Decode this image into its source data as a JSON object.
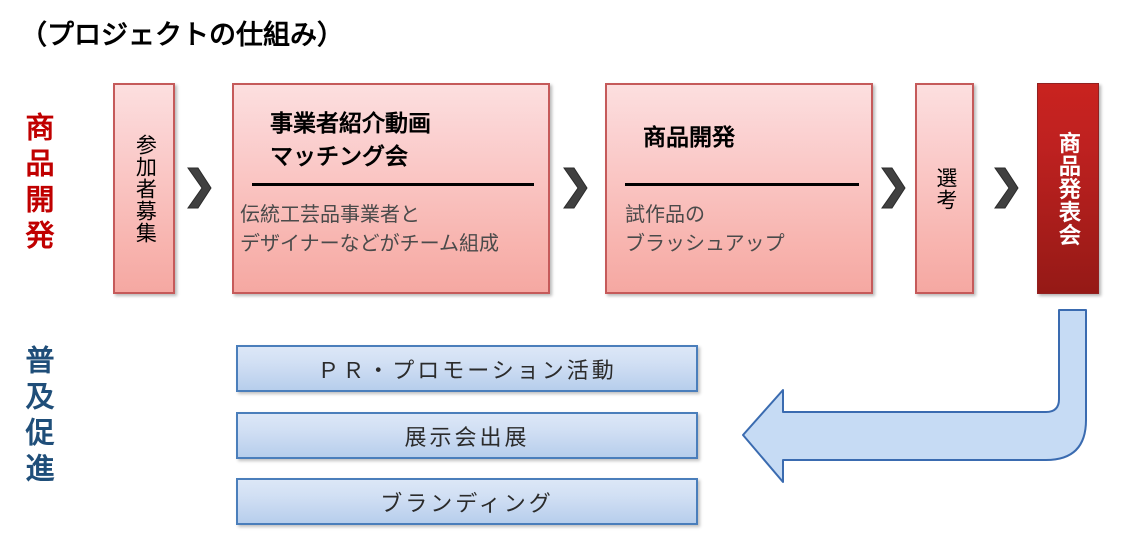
{
  "title": "（プロジェクトの仕組み）",
  "colors": {
    "title_text": "#000000",
    "row_label_product": "#C00000",
    "row_label_promotion": "#1F4E79",
    "stage_box_border": "#C55A5A",
    "stage_box_fill_top": "#FCDFDF",
    "stage_box_fill_bottom": "#F5A8A2",
    "showcase_fill_top": "#C9231F",
    "showcase_fill_bottom": "#951916",
    "showcase_text": "#FFFFFF",
    "promo_box_border": "#4A7EBB",
    "promo_box_fill_top": "#DCE7F7",
    "promo_box_fill_bottom": "#B7CEEC",
    "chevron_fill": "#404040",
    "feedback_arrow_fill": "#C6DBF4",
    "feedback_arrow_stroke": "#3A6BB0"
  },
  "rows": [
    {
      "id": "product-development",
      "label": "商品開発"
    },
    {
      "id": "promotion",
      "label": "普及促進"
    }
  ],
  "pipeline": {
    "stages": [
      {
        "id": "recruit",
        "label": "参加者募集",
        "orientation": "vertical",
        "style": "pink"
      },
      {
        "id": "matching",
        "heading": "事業者紹介動画\nマッチング会",
        "body": "伝統工芸品事業者と\nデザイナーなどがチーム組成",
        "orientation": "horizontal",
        "style": "pink"
      },
      {
        "id": "develop",
        "heading": "商品開発",
        "body": "試作品の\nブラッシュアップ",
        "orientation": "horizontal",
        "style": "pink"
      },
      {
        "id": "screening",
        "label": "選考",
        "orientation": "vertical",
        "style": "pink"
      },
      {
        "id": "showcase",
        "label": "商品発表会",
        "orientation": "vertical",
        "style": "dark-red"
      }
    ],
    "connectors": [
      {
        "id": "chevron-1",
        "icon": "chevron-right-icon"
      },
      {
        "id": "chevron-2",
        "icon": "chevron-right-icon"
      },
      {
        "id": "chevron-3",
        "icon": "chevron-right-icon"
      },
      {
        "id": "chevron-4",
        "icon": "chevron-right-icon"
      }
    ]
  },
  "promotion": {
    "items": [
      {
        "id": "pr",
        "label": "ＰＲ・プロモーション活動"
      },
      {
        "id": "exhibition",
        "label": "展示会出展"
      },
      {
        "id": "branding",
        "label": "ブランディング"
      }
    ]
  },
  "feedback_arrow": {
    "icon": "bent-arrow-left-icon",
    "from": "showcase",
    "to": "promotion"
  }
}
